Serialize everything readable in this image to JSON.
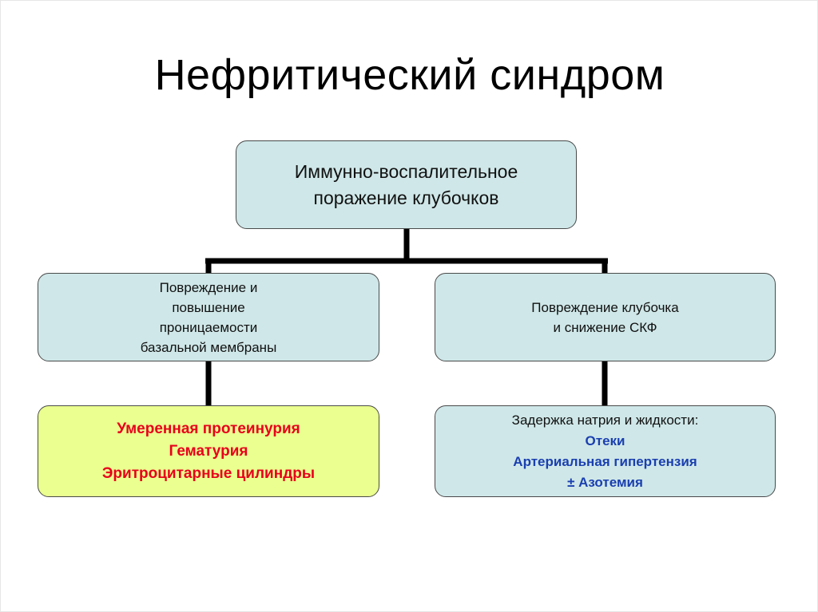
{
  "title": "Нефритический синдром",
  "root": {
    "lines": [
      "Иммунно-воспалительное",
      "поражение клубочков"
    ]
  },
  "left_branch": {
    "mechanism_lines": [
      "Повреждение и",
      "повышение",
      "проницаемости",
      "базальной мембраны"
    ],
    "manifestation_lines": [
      "Умеренная протеинурия",
      "Гематурия",
      "Эритроцитарные цилиндры"
    ]
  },
  "right_branch": {
    "mechanism_lines": [
      "Повреждение клубочка",
      "и снижение СКФ"
    ],
    "manifestation_lead": "Задержка натрия и жидкости:",
    "manifestation_lines": [
      "Отеки",
      "Артериальная гипертензия",
      "± Азотемия"
    ]
  },
  "colors": {
    "box_fill": "#cfe7e8",
    "highlight_fill": "#eaff8f",
    "red_text": "#e8001c",
    "blue_text": "#1a3fb0"
  }
}
